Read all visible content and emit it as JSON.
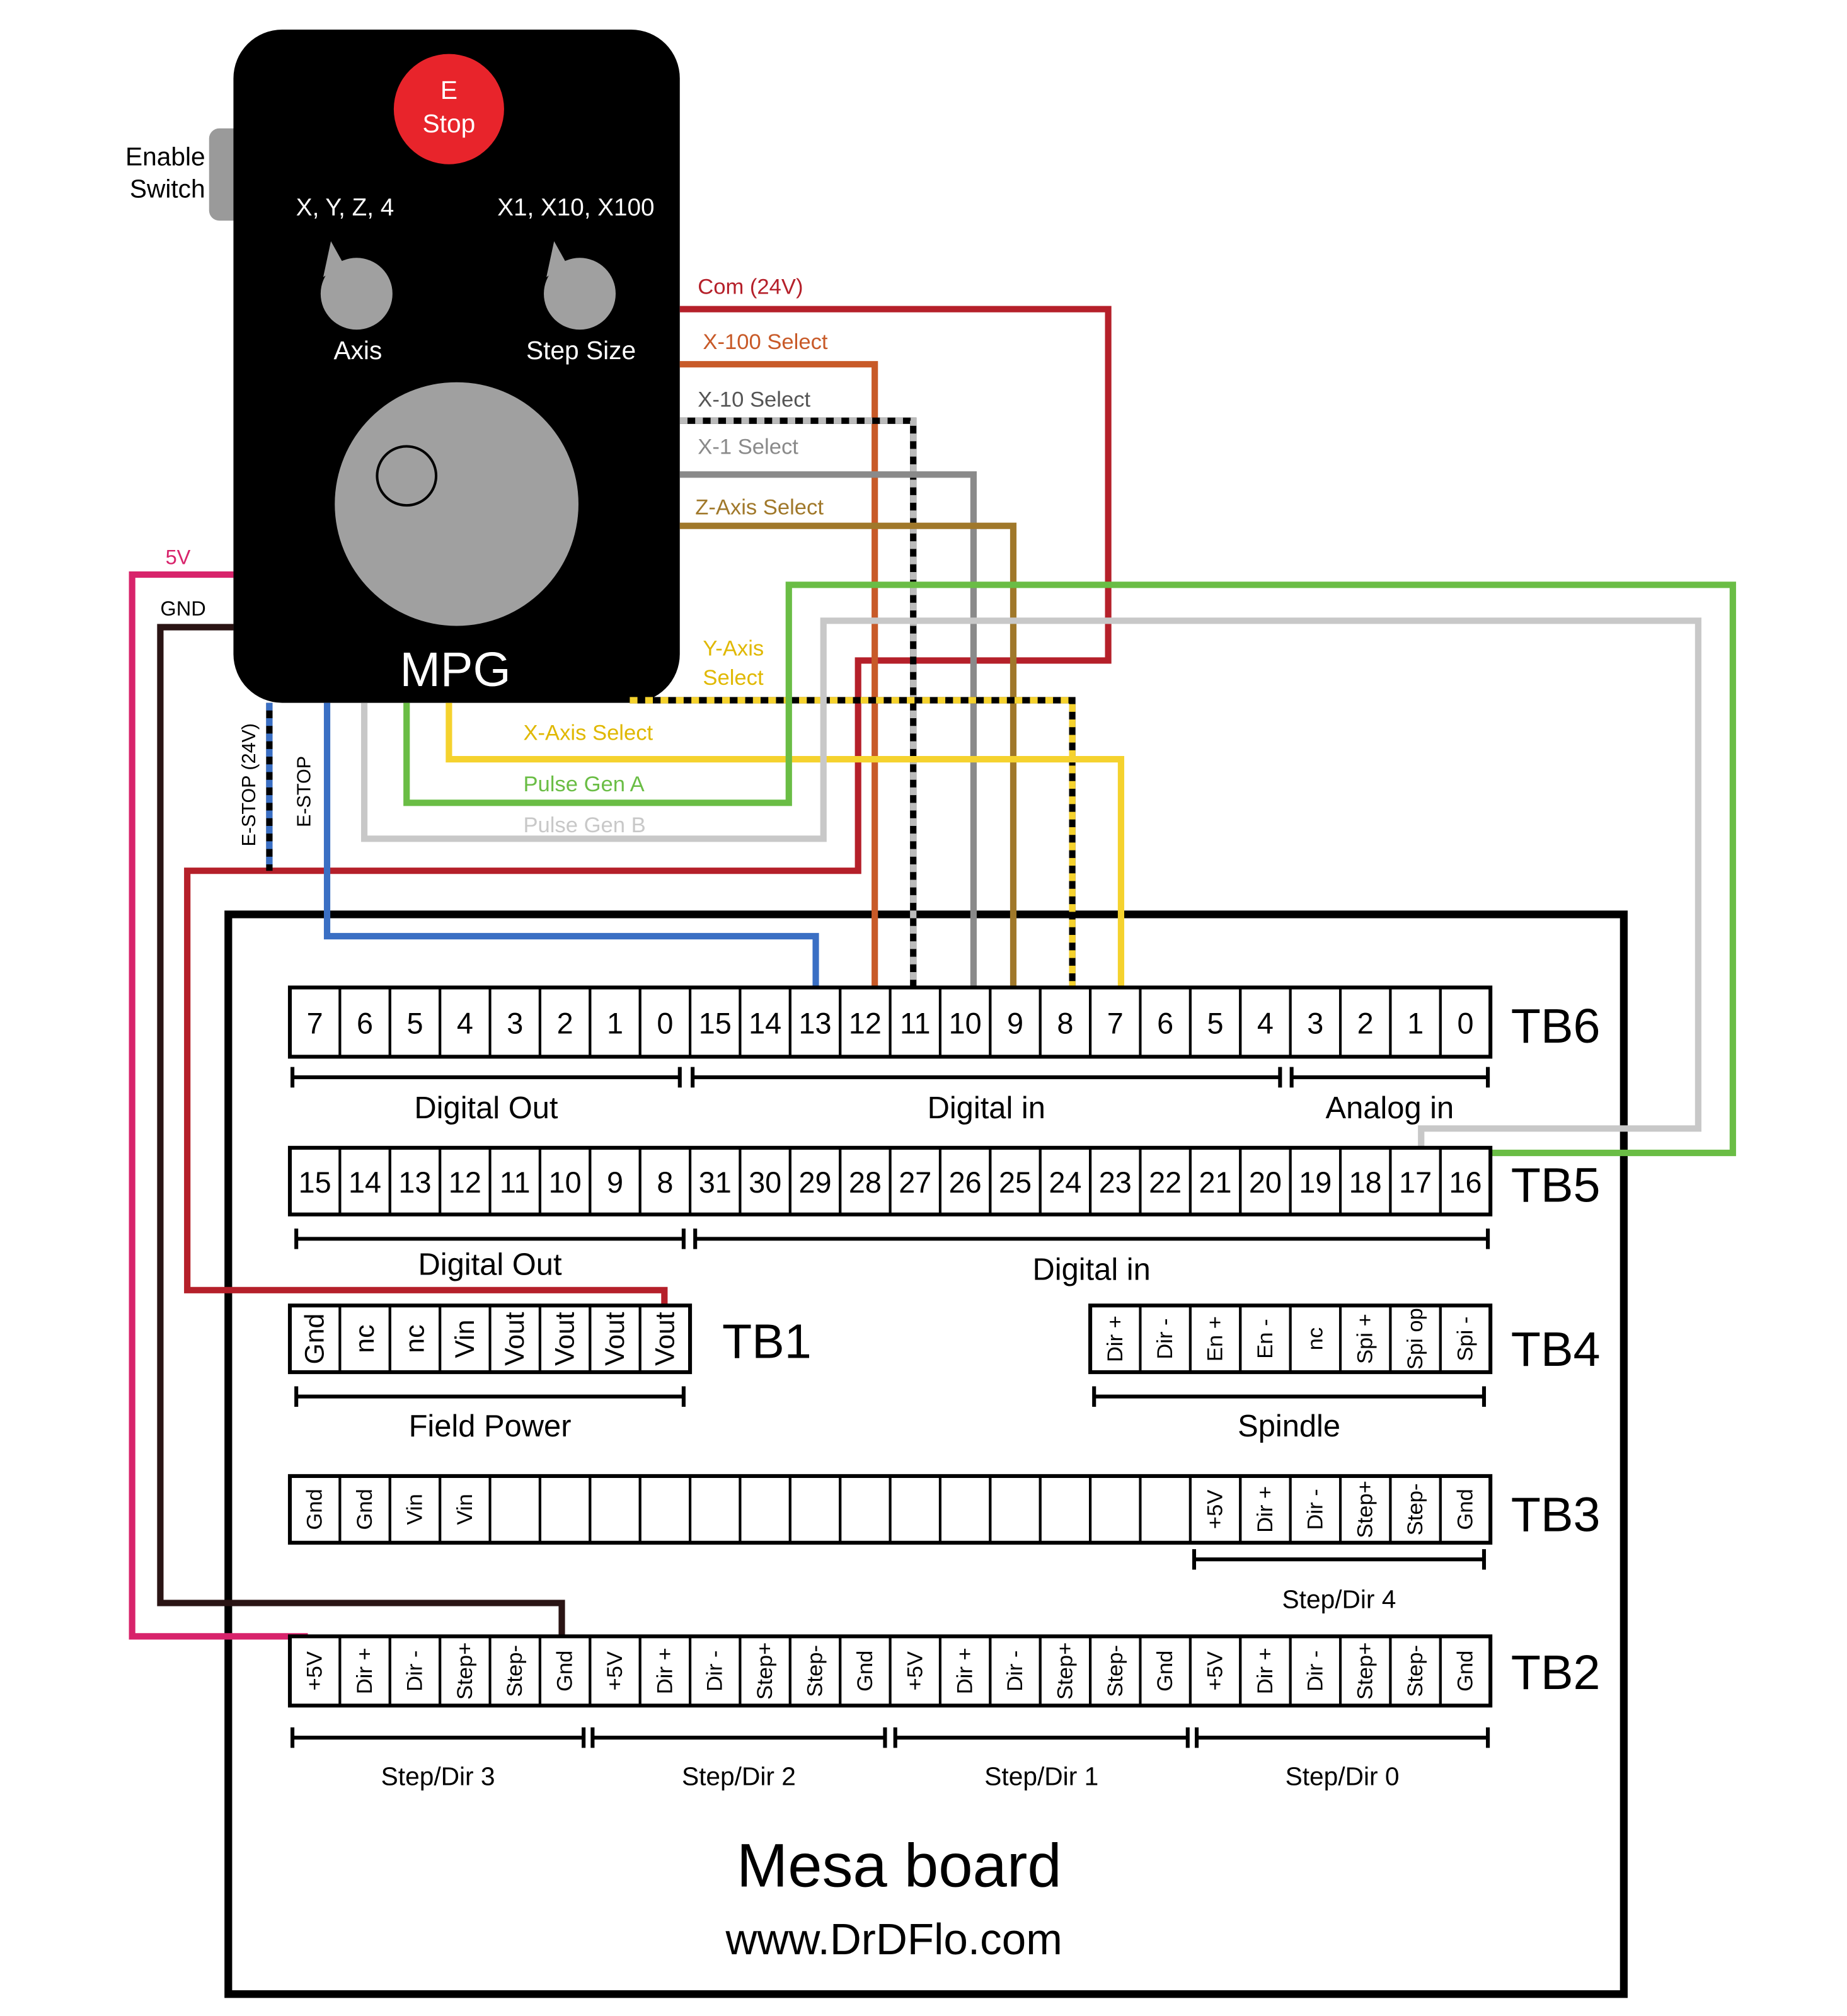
{
  "mpg": {
    "estop_line1": "E",
    "estop_line2": "Stop",
    "enable_switch_line1": "Enable",
    "enable_switch_line2": "Switch",
    "axis_positions": "X, Y, Z, 4",
    "step_positions": "X1, X10, X100",
    "axis_label": "Axis",
    "step_size_label": "Step Size",
    "title": "MPG"
  },
  "wires": {
    "com": "Com (24V)",
    "x100": "X-100 Select",
    "x10": "X-10 Select",
    "x1": "X-1 Select",
    "zaxis": "Z-Axis Select",
    "yaxis_line1": "Y-Axis",
    "yaxis_line2": "Select",
    "xaxis": "X-Axis Select",
    "pulse_a": "Pulse Gen A",
    "pulse_b": "Pulse Gen B",
    "estop24": "E-STOP (24V)",
    "estop": "E-STOP",
    "v5": "5V",
    "gnd": "GND"
  },
  "colors": {
    "com": "#b5202a",
    "x100": "#c85a28",
    "x10": "#aaaaaa",
    "x1": "#8a8a8a",
    "zaxis": "#a0782a",
    "yaxis": "#f5d22e",
    "xaxis": "#f5d22e",
    "pulse_a": "#6abd45",
    "pulse_b": "#c8c8c8",
    "estop": "#3a6fc4",
    "v5": "#d8236b",
    "gnd": "#2a1414",
    "estop_button": "#e8242b",
    "body": "#000000",
    "knob": "#a0a0a0"
  },
  "board": {
    "title": "Mesa board",
    "url": "www.DrDFlo.com",
    "tb6": {
      "name": "TB6",
      "pins": [
        "7",
        "6",
        "5",
        "4",
        "3",
        "2",
        "1",
        "0",
        "15",
        "14",
        "13",
        "12",
        "11",
        "10",
        "9",
        "8",
        "7",
        "6",
        "5",
        "4",
        "3",
        "2",
        "1",
        "0"
      ],
      "groups": [
        "Digital Out",
        "Digital in",
        "Analog in"
      ]
    },
    "tb5": {
      "name": "TB5",
      "pins": [
        "15",
        "14",
        "13",
        "12",
        "11",
        "10",
        "9",
        "8",
        "31",
        "30",
        "29",
        "28",
        "27",
        "26",
        "25",
        "24",
        "23",
        "22",
        "21",
        "20",
        "19",
        "18",
        "17",
        "16"
      ],
      "groups": [
        "Digital Out",
        "Digital in"
      ]
    },
    "tb1": {
      "name": "TB1",
      "pins": [
        "Gnd",
        "nc",
        "nc",
        "Vin",
        "Vout",
        "Vout",
        "Vout",
        "Vout"
      ],
      "group": "Field Power"
    },
    "tb4": {
      "name": "TB4",
      "pins": [
        "Dir +",
        "Dir -",
        "En +",
        "En -",
        "nc",
        "Spi +",
        "Spi op",
        "Spi -"
      ],
      "group": "Spindle"
    },
    "tb3": {
      "name": "TB3",
      "pins": [
        "Gnd",
        "Gnd",
        "Vin",
        "Vin",
        "",
        "",
        "",
        "",
        "",
        "",
        "",
        "",
        "",
        "",
        "",
        "",
        "",
        "",
        "+5V",
        "Dir +",
        "Dir -",
        "Step+",
        "Step-",
        "Gnd"
      ],
      "group": "Step/Dir 4"
    },
    "tb2": {
      "name": "TB2",
      "pins": [
        "+5V",
        "Dir +",
        "Dir -",
        "Step+",
        "Step-",
        "Gnd",
        "+5V",
        "Dir +",
        "Dir -",
        "Step+",
        "Step-",
        "Gnd",
        "+5V",
        "Dir +",
        "Dir -",
        "Step+",
        "Step-",
        "Gnd",
        "+5V",
        "Dir +",
        "Dir -",
        "Step+",
        "Step-",
        "Gnd"
      ],
      "groups": [
        "Step/Dir 3",
        "Step/Dir 2",
        "Step/Dir 1",
        "Step/Dir 0"
      ]
    }
  }
}
